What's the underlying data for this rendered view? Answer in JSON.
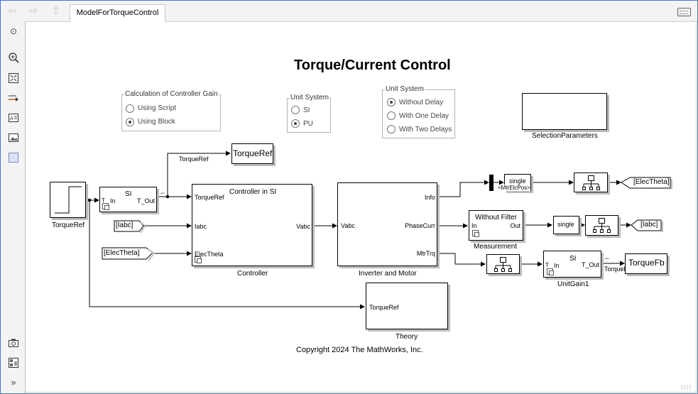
{
  "toolbar": {
    "tab_label": "ModelForTorqueControl",
    "back_icon": "left-arrow-icon",
    "forward_icon": "right-arrow-icon",
    "up_icon": "up-arrow-icon",
    "keyboard_icon": "keyboard-icon"
  },
  "left_toolbar": [
    "hide-explorer-icon",
    "zoom-icon",
    "fit-view-icon",
    "signal-arrow-icon",
    "annotation-icon",
    "image-icon",
    "area-icon",
    "camera-icon",
    "model-browser-icon",
    "expand-icon"
  ],
  "model": {
    "title": "Torque/Current Control",
    "copyright": "Copyright 2024 The MathWorks, Inc."
  },
  "groups": {
    "gain": {
      "title": "Calculation of Controller Gain",
      "options": [
        "Using Script",
        "Using Block"
      ],
      "selected": 1
    },
    "units": {
      "title": "Unit System",
      "options": [
        "SI",
        "PU"
      ],
      "selected": 1
    },
    "delay": {
      "title": "Unit System",
      "options": [
        "Without Delay",
        "With One Delay",
        "With Two Delays"
      ],
      "selected": 0
    }
  },
  "blocks": {
    "selection": {
      "name": "SelectionParameters"
    },
    "step": {
      "name": "TorqueRef"
    },
    "unitgain": {
      "title": "SI",
      "port_in": "In",
      "port_out": "T_Out",
      "port_t": "T"
    },
    "torqueref_goto": {
      "label": "TorqueRef"
    },
    "torqueref_line_label": "TorqueRef",
    "labc_from": {
      "label": "[Iabc]"
    },
    "elec_from": {
      "label": "[ElecTheta]"
    },
    "controller": {
      "title": "Controller in SI",
      "name": "Controller",
      "port_in1": "TorqueRef",
      "port_in2": "Iabc",
      "port_in3": "ElecTheta",
      "port_out": "Vabc"
    },
    "inverter": {
      "name": "Inverter and Motor",
      "port_in": "Vabc",
      "port_out1": "Info",
      "port_out2": "PhaseCurr",
      "port_out3": "MtrTrq"
    },
    "single1": {
      "label": "single"
    },
    "mtr_label": "<MtrElcPos>",
    "elec_goto": {
      "label": "[ElecTheta]"
    },
    "measurement": {
      "title": "Without Filter",
      "name": "Measurement",
      "port_in": "In",
      "port_out": "Out"
    },
    "single2": {
      "label": "single"
    },
    "labc_goto": {
      "label": "[Iabc]"
    },
    "unitgain1": {
      "title": "SI",
      "name": "UnitGain1",
      "port_in": "In",
      "port_out": "T_Out",
      "port_t": "T"
    },
    "torquefb_goto": {
      "label": "TorqueFb"
    },
    "torquefb_line_label": "TorqueFb",
    "theory": {
      "name": "Theory",
      "port_in": "TorqueRef"
    }
  }
}
